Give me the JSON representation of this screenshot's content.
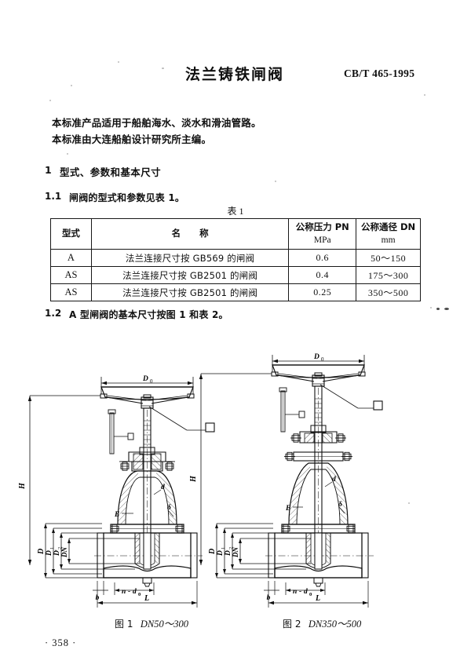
{
  "document": {
    "title": "法兰铸铁闸阀",
    "standard_number": "CB/T 465-1995",
    "page_number": "· 358 ·"
  },
  "intro": {
    "line1": "本标准产品适用于船舶海水、淡水和滑油管路。",
    "line2": "本标准由大连船舶设计研究所主编。"
  },
  "sections": {
    "s1": {
      "number": "1",
      "title": "型式、参数和基本尺寸"
    },
    "s1_1": {
      "number": "1.1",
      "text": "闸阀的型式和参数见表 1。"
    },
    "s1_2": {
      "number": "1.2",
      "text": "A 型闸阀的基本尺寸按图 1 和表 2。"
    }
  },
  "table": {
    "caption": "表 1",
    "headers": {
      "type": "型式",
      "name": "名 称",
      "pn_line1": "公称压力 PN",
      "pn_line2": "MPa",
      "dn_line1": "公称通径 DN",
      "dn_line2": "mm"
    },
    "rows": [
      {
        "type": "A",
        "name": "法兰连接尺寸按 GB569 的闸阀",
        "pn": "0.6",
        "dn": "50～150"
      },
      {
        "type": "AS",
        "name": "法兰连接尺寸按 GB2501 的闸阀",
        "pn": "0.4",
        "dn": "175～300"
      },
      {
        "type": "AS",
        "name": "法兰连接尺寸按 GB2501 的闸阀",
        "pn": "0.25",
        "dn": "350～500"
      }
    ]
  },
  "figures": [
    {
      "label": "图 1",
      "caption_value": "DN50～300",
      "dimension_labels": [
        "D0",
        "H",
        "d",
        "E",
        "δ",
        "D",
        "D1",
        "D2",
        "DN",
        "b",
        "n-d0",
        "L"
      ]
    },
    {
      "label": "图 2",
      "caption_value": "DN350～500",
      "dimension_labels": [
        "D0",
        "H",
        "d",
        "E",
        "δ",
        "D",
        "D1",
        "D2",
        "DN",
        "b",
        "n-d0",
        "L"
      ]
    }
  ]
}
